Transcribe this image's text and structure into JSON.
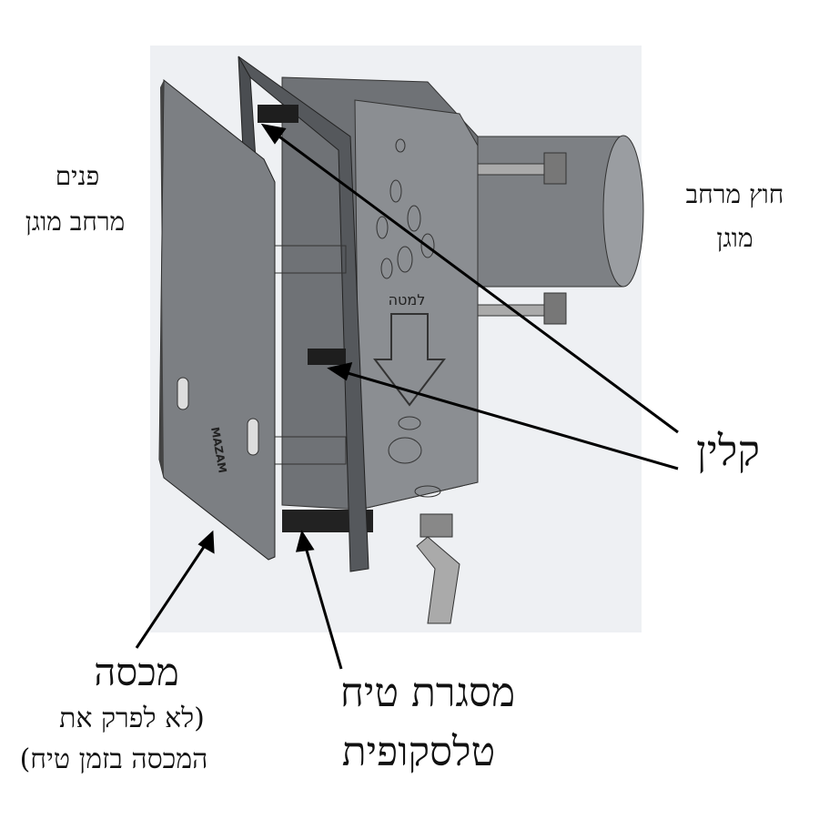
{
  "labels": {
    "inside_line1": "פנים",
    "inside_line2": "מרחב מוגן",
    "outside_line1": "חוץ מרחב",
    "outside_line2": "מוגן",
    "wedge": "קלין",
    "cover_title": "מכסה",
    "cover_note_line1": "(לא לפרק את",
    "cover_note_line2": "המכסה בזמן טיח)",
    "frame_line1": "מסגרת טיח",
    "frame_line2": "טלסקופית"
  },
  "device_markings": {
    "down_label": "למטה",
    "brand": "MAZAM"
  },
  "colors": {
    "backdrop": "#eef0f3",
    "body": "#8a8d91",
    "body_dark": "#5e6165",
    "edge": "#2a2a2a"
  }
}
